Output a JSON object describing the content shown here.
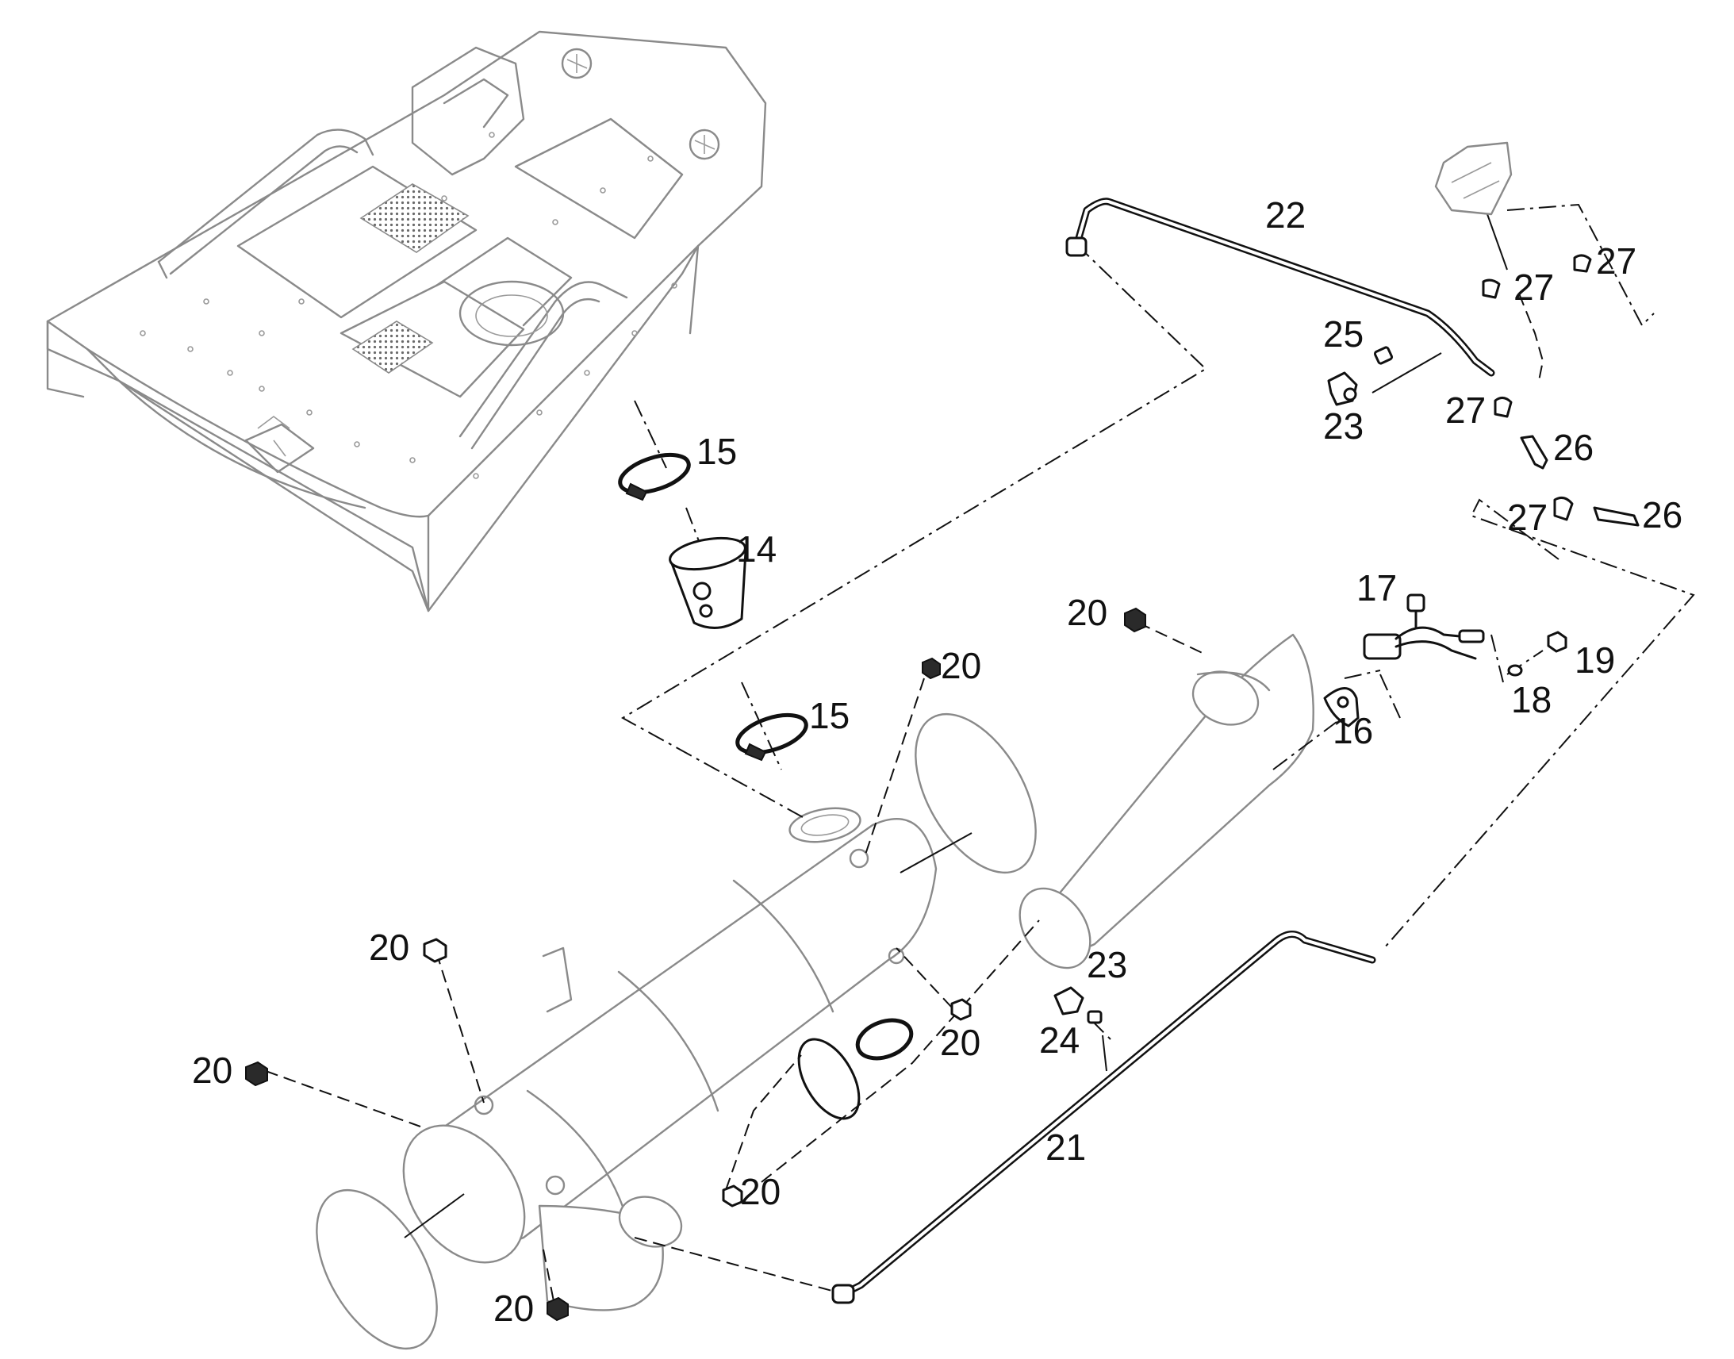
{
  "callouts": {
    "c14": "14",
    "c15a": "15",
    "c15b": "15",
    "c16": "16",
    "c17": "17",
    "c18": "18",
    "c19": "19",
    "c20a": "20",
    "c20b": "20",
    "c20c": "20",
    "c20d": "20",
    "c20e": "20",
    "c20f": "20",
    "c20g": "20",
    "c21": "21",
    "c22": "22",
    "c23a": "23",
    "c23b": "23",
    "c24": "24",
    "c25": "25",
    "c26a": "26",
    "c26b": "26",
    "c27a": "27",
    "c27b": "27",
    "c27c": "27",
    "c27d": "27"
  }
}
